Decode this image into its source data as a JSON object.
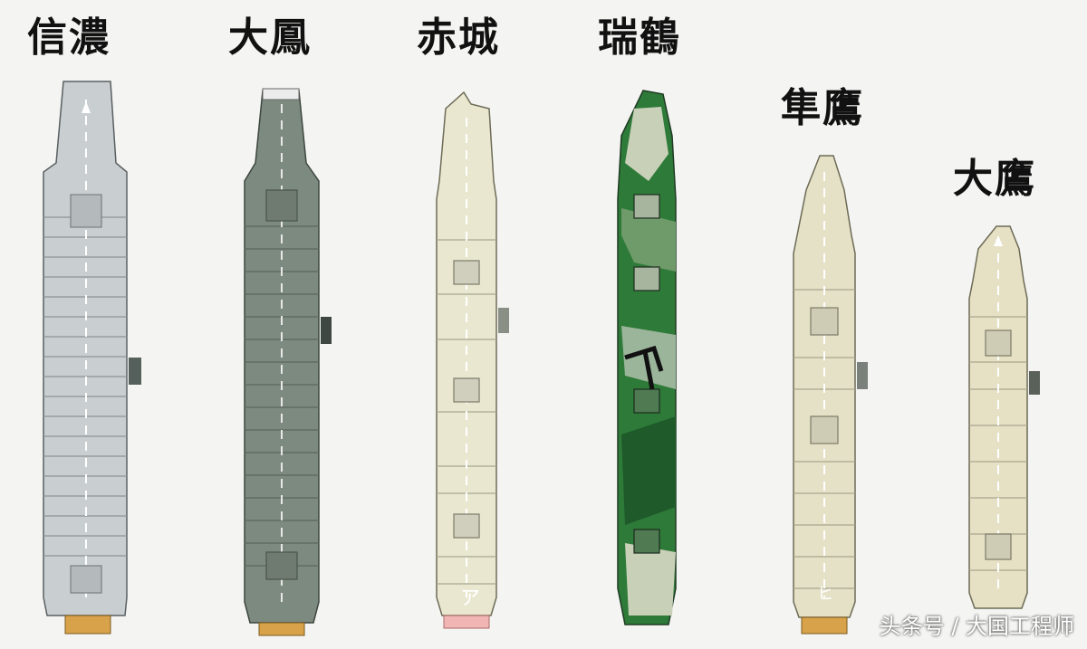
{
  "ships": [
    {
      "id": "shinano",
      "name": "信濃",
      "deck_color": "#c9ced0",
      "marking": ""
    },
    {
      "id": "taiho",
      "name": "大鳳",
      "deck_color": "#7d8a7f",
      "marking": ""
    },
    {
      "id": "akagi",
      "name": "赤城",
      "deck_color": "#e9e7cf",
      "marking": "ア"
    },
    {
      "id": "zuikaku",
      "name": "瑞鶴",
      "deck_color": "#2e7a38",
      "marking": ""
    },
    {
      "id": "junyo",
      "name": "隼鷹",
      "deck_color": "#e5e1c6",
      "marking": "ヒ"
    },
    {
      "id": "taiyo",
      "name": "大鷹",
      "deck_color": "#e6e1c4",
      "marking": ""
    }
  ],
  "watermark": "头条号 / 大国工程师"
}
